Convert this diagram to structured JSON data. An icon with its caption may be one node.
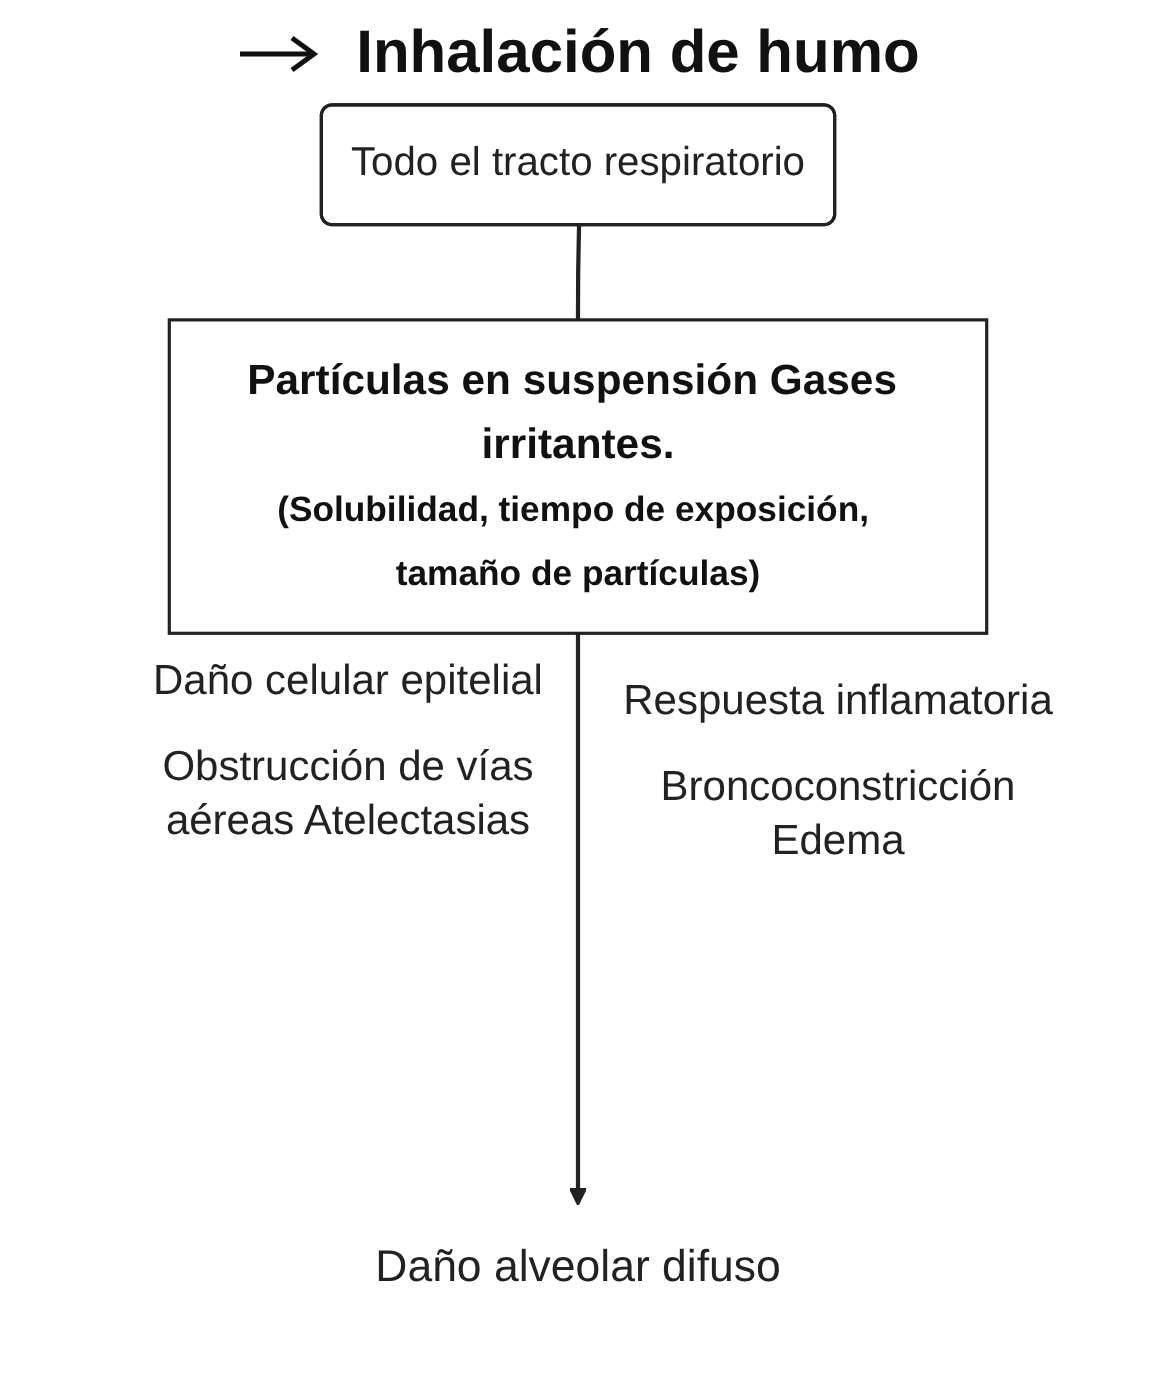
{
  "diagram": {
    "title": "Inhalación de humo",
    "nodes": [
      {
        "text": [
          "Todo el tracto respiratorio"
        ]
      },
      {
        "text": [
          "Partículas en suspensión Gases irritantes.",
          "(Solubilidad, tiempo de exposición, tamaño de partículas)"
        ]
      },
      {
        "text": [
          "Daño alveolar difuso"
        ]
      }
    ],
    "edges": [
      {
        "from": 0,
        "to": 1,
        "arrow": "none"
      },
      {
        "from": 1,
        "to": 2,
        "arrow": "to"
      }
    ],
    "labels": [
      "Daño celular epitelial",
      "Respuesta inflamatoria",
      "Obstrucción de vías aéreas Atelectasias",
      "Broncoconstricción Edema"
    ]
  }
}
